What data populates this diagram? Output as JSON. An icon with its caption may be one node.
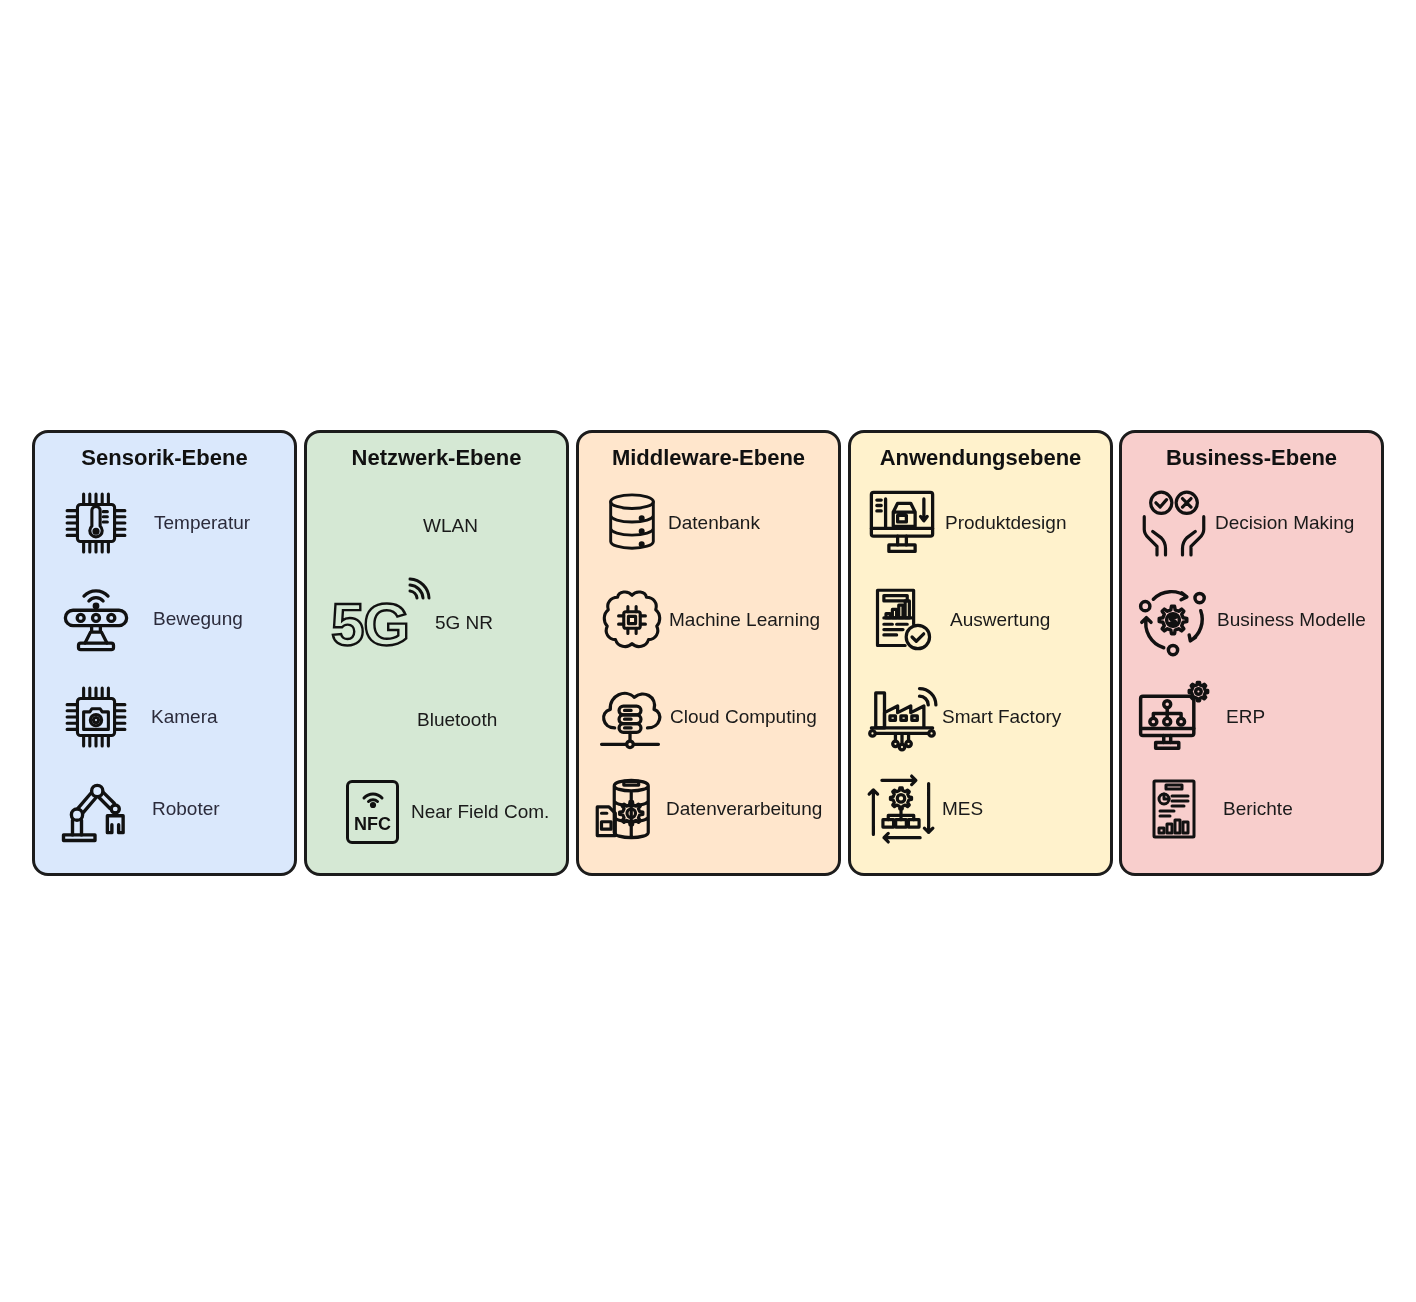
{
  "diagram": {
    "nodes": [
      {
        "text": [
          "Sensorik-Ebene",
          "Temperatur",
          "Bewegung",
          "Kamera",
          "Roboter"
        ]
      },
      {
        "text": [
          "Netzwerk-Ebene",
          "WLAN",
          "5G",
          "5G NR",
          "Bluetooth",
          "NFC",
          "Near Field Com."
        ]
      },
      {
        "text": [
          "Middleware-Ebene",
          "Datenbank",
          "Machine Learning",
          "Cloud Computing",
          "Datenverarbeitung"
        ]
      },
      {
        "text": [
          "Anwendungsebene",
          "Produktdesign",
          "Auswertung",
          "Smart Factory",
          "MES"
        ]
      },
      {
        "text": [
          "Business-Ebene",
          "Decision Making",
          "Business Modelle",
          "ERP",
          "Berichte"
        ]
      }
    ]
  }
}
